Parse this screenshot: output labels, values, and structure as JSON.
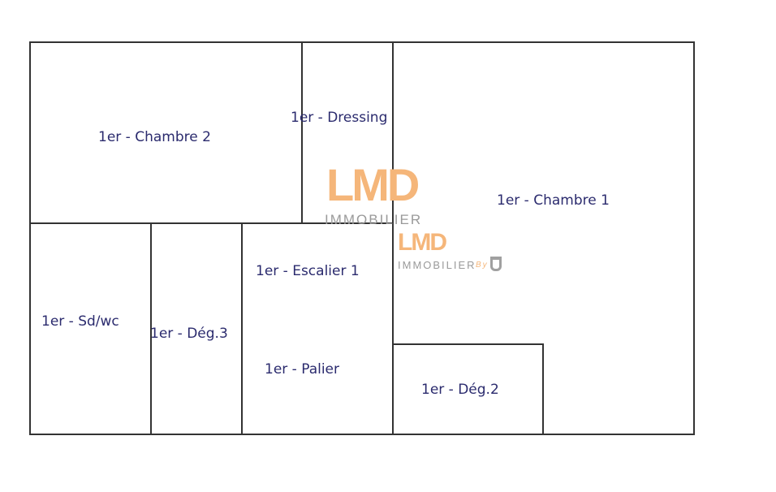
{
  "rooms": {
    "chambre2": "1er - Chambre 2",
    "dressing": "1er - Dressing",
    "chambre1": "1er - Chambre 1",
    "sdwc": "1er - Sd/wc",
    "deg3": "1er - Dég.3",
    "escalier": "1er - Escalier 1",
    "palier": "1er - Palier",
    "deg2": "1er - Dég.2"
  },
  "watermark": {
    "logo": "LMD",
    "text": "IMMOBILIER",
    "by": "By"
  },
  "colors": {
    "walls": "#333333",
    "labels": "#2b2b6e",
    "watermark": "#f5b67a"
  }
}
